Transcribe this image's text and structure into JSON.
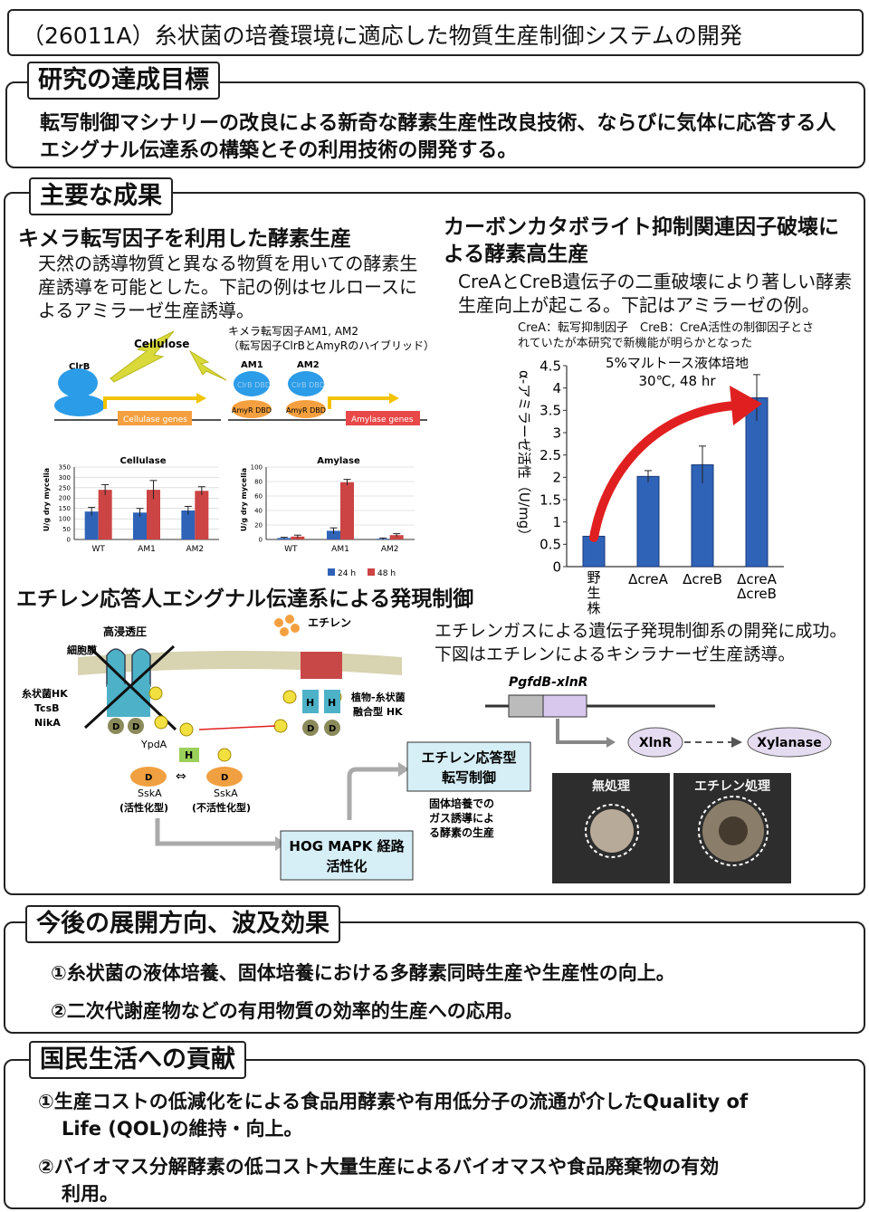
{
  "title": "（26011A）糸状菌の培養環境に適応した物質生産制御システムの開発",
  "goal": {
    "heading": "研究の達成目標",
    "text": "転写制御マシナリーの改良による新奇な酵素生産性改良技術、ならびに気体に応答する人エシグナル伝達系の構築とその利用技術の開発する。"
  },
  "results": {
    "heading": "主要な成果",
    "chimera": {
      "title": "キメラ転写因子を利用した酵素生産",
      "text": "天然の誘導物質と異なる物質を用いての酵素生産誘導を可能とした。下記の例はセルロースによるアミラーゼ生産誘導。",
      "diagram": {
        "cellulose": "Cellulose",
        "clrb": "ClrB",
        "chimera_note1": "キメラ転写因子AM1, AM2",
        "chimera_note2": "（転写因子ClrBとAmyRのハイブリッド）",
        "am1": "AM1",
        "am2": "AM2",
        "clrb_dbd1": "ClrB DBD",
        "clrb_dbd2": "ClrB DBD",
        "amyr_dbd1": "AmyR DBD",
        "amyr_dbd2": "AmyR DBD",
        "cellulase_genes": "Cellulase genes",
        "amylase_genes": "Amylase genes"
      },
      "charts_legend": [
        "24 h",
        "48 h"
      ]
    },
    "carbon": {
      "title": "カーボンカタボライト抑制関連因子破壊による酵素高生産",
      "text": "CreAとCreB遺伝子の二重破壊により著しい酵素生産向上が起こる。下記はアミラーゼの例。",
      "note": "CreA：転写抑制因子　CreB：CreA活性の制御因子とされていたが本研究で新機能が明らかとなった"
    },
    "ethylene": {
      "title": "エチレン応答人エシグナル伝達系による発現制御",
      "text": "エチレンガスによる遺伝子発現制御系の開発に成功。下図はエチレンによるキシラナーゼ生産誘導。",
      "labels": {
        "osmotic": "高浸透圧",
        "membrane": "細胞膜",
        "ethylene": "エチレン",
        "hk_group": [
          "糸状菌HK",
          "TcsB",
          "NikA"
        ],
        "hybrid_hk": [
          "植物-糸状菌",
          "融合型 HK"
        ],
        "ypda": "YpdA",
        "sska1": "SskA",
        "sska2": "SskA",
        "active": "(活性化型)",
        "inactive": "(不活性化型)",
        "hog": [
          "HOG MAPK 経路",
          "活性化"
        ],
        "ethylene_tf": [
          "エチレン応答型",
          "転写制御"
        ],
        "solid": [
          "固体培養での",
          "ガス誘導によ",
          "る酵素の生産"
        ],
        "construct": "PgfdB-xlnR",
        "xlnr": "XlnR",
        "xylanase": "Xylanase",
        "photo_untreated": "無処理",
        "photo_treated": "エチレン処理"
      }
    }
  },
  "future": {
    "heading": "今後の展開方向、波及効果",
    "items": [
      "①糸状菌の液体培養、固体培養における多酵素同時生産や生産性の向上。",
      "②二次代謝産物などの有用物質の効率的生産への応用。"
    ]
  },
  "contribution": {
    "heading": "国民生活への貢献",
    "items": [
      [
        "①生産コストの低減化をによる食品用酵素や有用低分子の流通が介したQuality of",
        "Life (QOL)の維持・向上。"
      ],
      [
        "②バイオマス分解酵素の低コスト大量生産によるバイオマスや食品廃棄物の有効",
        "利用。"
      ]
    ]
  },
  "colors": {
    "bar_blue": "#2f63b8",
    "bar_red": "#cc4444",
    "arrow_red": "#e02020",
    "mem": "#d8d3b0"
  },
  "chart_data": [
    {
      "type": "bar",
      "title": "Cellulase",
      "ylabel": "U/g dry mycelia",
      "categories": [
        "WT",
        "AM1",
        "AM2"
      ],
      "ylim": [
        0,
        350
      ],
      "yticks": [
        0,
        50,
        100,
        150,
        200,
        250,
        300,
        350
      ],
      "series": [
        {
          "name": "24 h",
          "values": [
            135,
            130,
            140
          ],
          "errors": [
            20,
            20,
            20
          ]
        },
        {
          "name": "48 h",
          "values": [
            240,
            240,
            235
          ],
          "errors": [
            25,
            45,
            20
          ]
        }
      ]
    },
    {
      "type": "bar",
      "title": "Amylase",
      "ylabel": "U/g dry mycelia",
      "categories": [
        "WT",
        "AM1",
        "AM2"
      ],
      "ylim": [
        0,
        100
      ],
      "yticks": [
        0,
        20,
        40,
        60,
        80,
        100
      ],
      "series": [
        {
          "name": "24 h",
          "values": [
            2,
            12,
            1
          ],
          "errors": [
            1,
            4,
            1
          ]
        },
        {
          "name": "48 h",
          "values": [
            4,
            79,
            6
          ],
          "errors": [
            2,
            4,
            2
          ]
        }
      ]
    },
    {
      "type": "bar",
      "title": "5%マルトース液体培地",
      "subtitle": "30℃, 48 hr",
      "ylabel": "α-アミラーゼ活性（U/mg）",
      "categories": [
        "野生株",
        "ΔcreA",
        "ΔcreB",
        "ΔcreA ΔcreB"
      ],
      "ylim": [
        0,
        4.5
      ],
      "yticks": [
        0,
        0.5,
        1,
        1.5,
        2,
        2.5,
        3,
        3.5,
        4,
        4.5
      ],
      "series": [
        {
          "values": [
            0.68,
            2.02,
            2.28,
            3.78
          ],
          "errors": [
            0.1,
            0.13,
            0.42,
            0.52
          ]
        }
      ]
    }
  ]
}
